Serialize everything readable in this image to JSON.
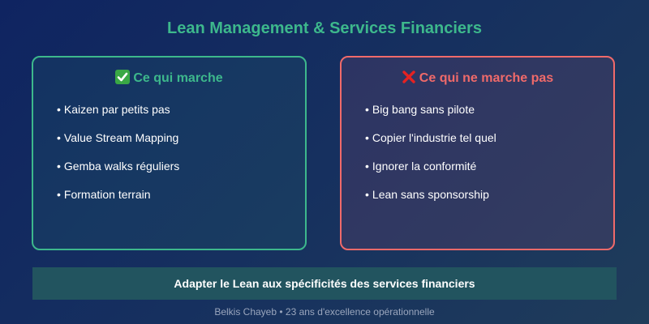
{
  "title": "Lean Management & Services Financiers",
  "colors": {
    "accent_green": "#3db88c",
    "accent_red": "#f06a6a",
    "banner_bg": "#22545f",
    "bg_start": "#0f2461",
    "bg_end": "#1f3c5a"
  },
  "cards": {
    "good": {
      "icon": "check-mark-icon",
      "heading": "Ce qui marche",
      "items": [
        "Kaizen par petits pas",
        "Value Stream Mapping",
        "Gemba walks réguliers",
        "Formation terrain"
      ]
    },
    "bad": {
      "icon": "cross-mark-icon",
      "heading": "Ce qui ne marche pas",
      "items": [
        "Big bang sans pilote",
        "Copier l'industrie tel quel",
        "Ignorer la conformité",
        "Lean sans sponsorship"
      ]
    }
  },
  "bullet": "•",
  "banner": "Adapter le Lean aux spécificités des services financiers",
  "footer": "Belkis Chayeb • 23 ans d'excellence opérationnelle"
}
